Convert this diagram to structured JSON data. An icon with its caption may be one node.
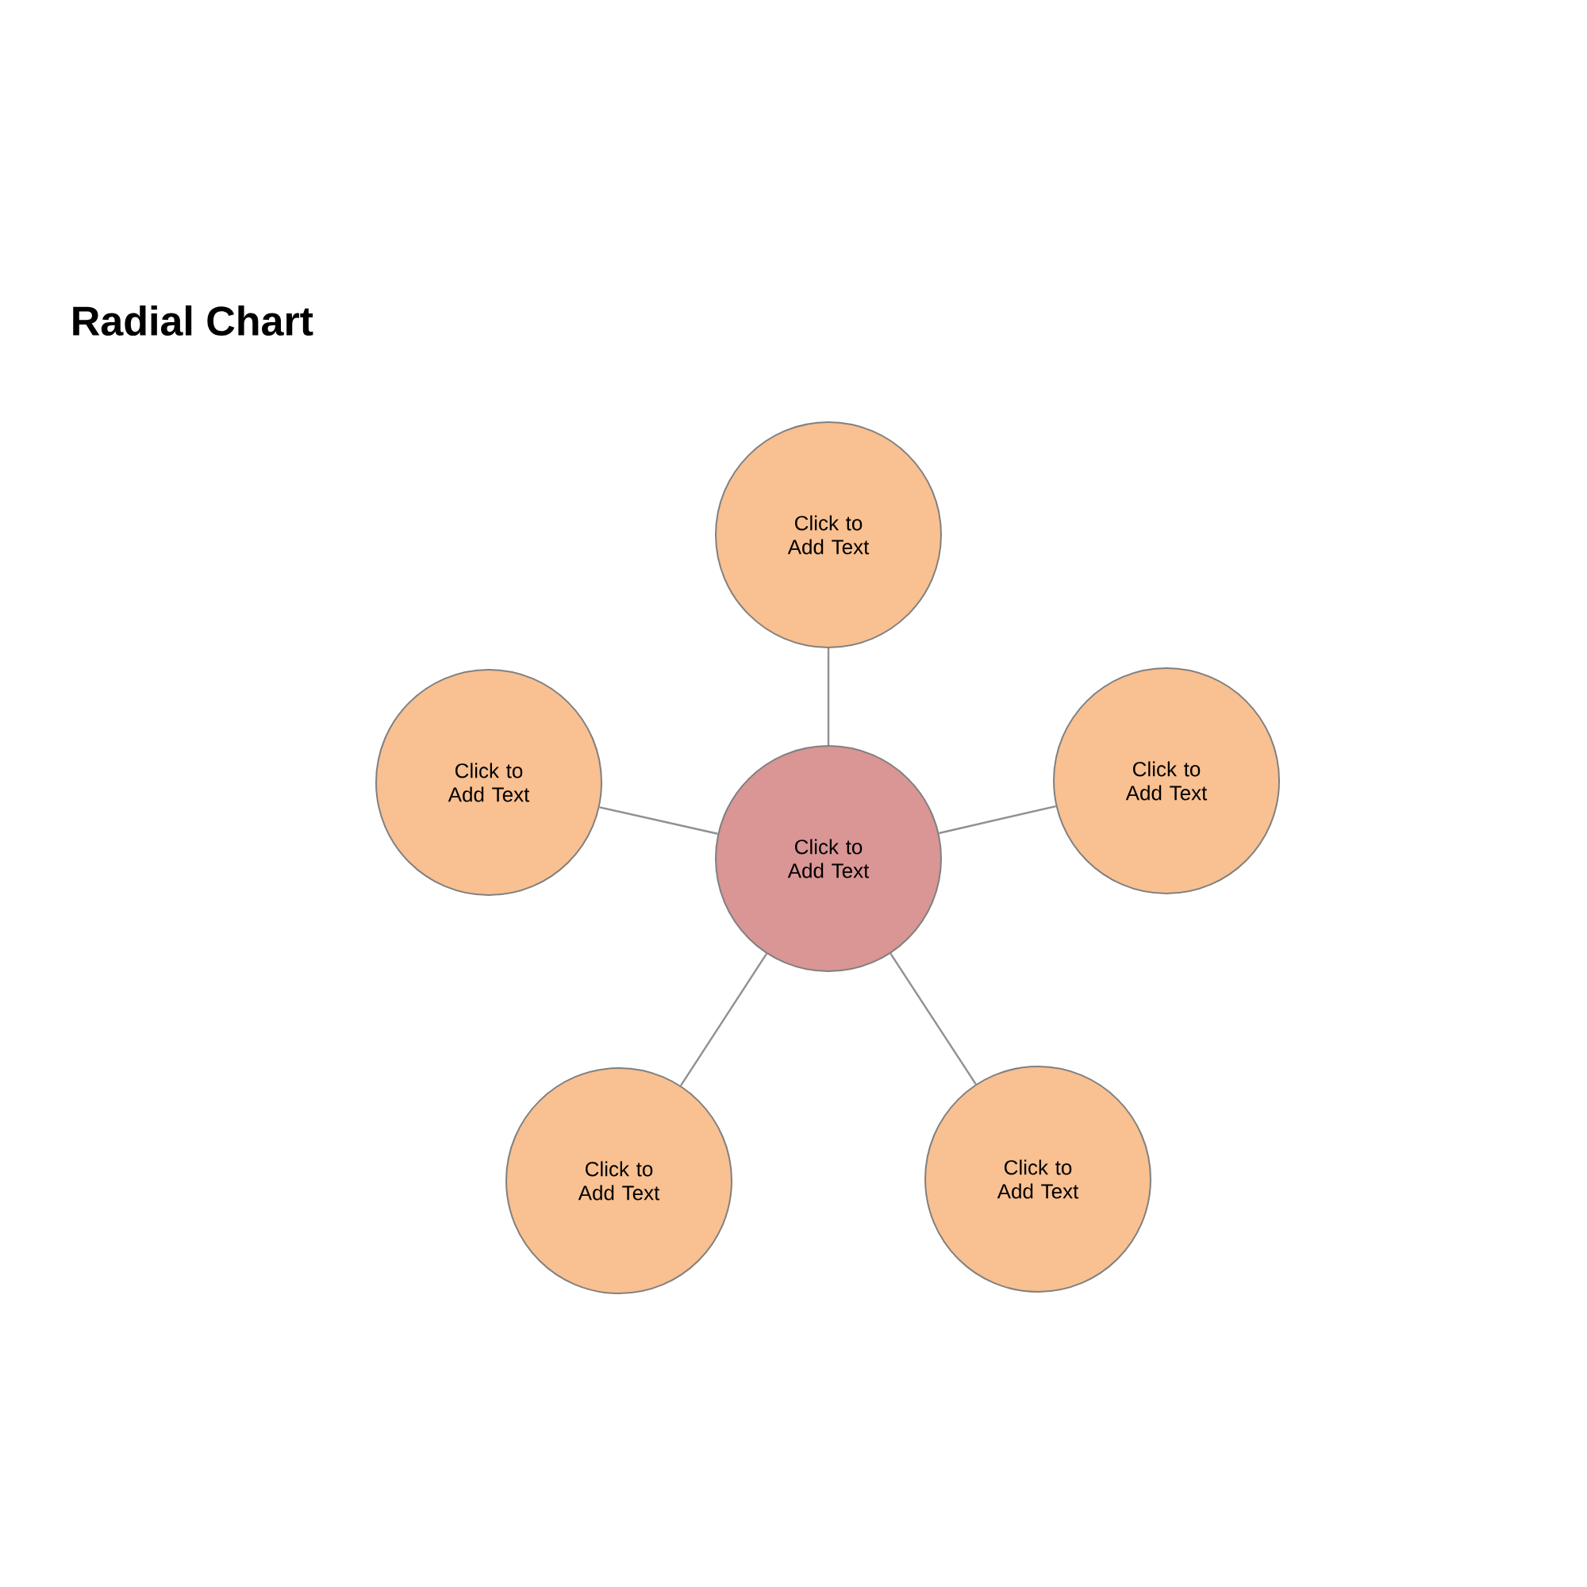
{
  "diagram": {
    "title": "Radial Chart",
    "nodes": [
      {
        "text": [
          "Click to Add Text"
        ]
      },
      {
        "text": [
          "Click to Add Text"
        ]
      },
      {
        "text": [
          "Click to Add Text"
        ]
      },
      {
        "text": [
          "Click to Add Text"
        ]
      },
      {
        "text": [
          "Click to Add Text"
        ]
      },
      {
        "text": [
          "Click to Add Text"
        ]
      }
    ],
    "edges": [
      {
        "from": 2,
        "to": 0,
        "arrow": "none"
      },
      {
        "from": 2,
        "to": 1,
        "arrow": "none"
      },
      {
        "from": 2,
        "to": 3,
        "arrow": "none"
      },
      {
        "from": 2,
        "to": 4,
        "arrow": "none"
      },
      {
        "from": 2,
        "to": 5,
        "arrow": "none"
      }
    ]
  }
}
